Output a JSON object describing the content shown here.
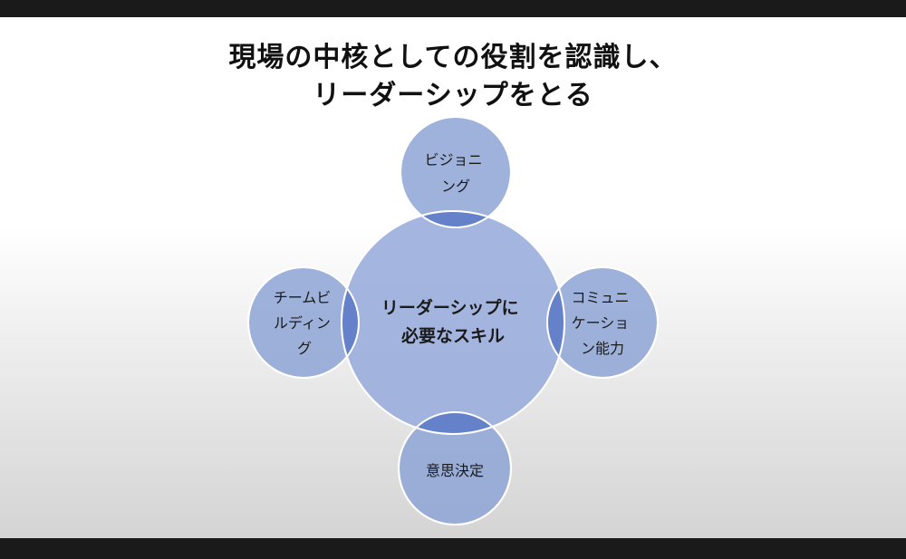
{
  "slide": {
    "title_line1": "現場の中核としての役割を認識し、",
    "title_line2": "リーダーシップをとる"
  },
  "diagram": {
    "center": {
      "lines": [
        "リーダーシップに",
        "必要なスキル"
      ]
    },
    "nodes": [
      {
        "id": "top",
        "lines": [
          "ビジョニ",
          "ング"
        ]
      },
      {
        "id": "left",
        "lines": [
          "チームビ",
          "ルディン",
          "グ"
        ]
      },
      {
        "id": "right",
        "lines": [
          "コミュニ",
          "ケーショ",
          "ン能力"
        ]
      },
      {
        "id": "bottom",
        "lines": [
          "意思決定"
        ]
      }
    ]
  },
  "colors": {
    "circle_fill": "#8ea4d6",
    "circle_stroke": "#ffffff",
    "overlap_fill": "#5a77c4",
    "frame": "#1a1a1a"
  }
}
